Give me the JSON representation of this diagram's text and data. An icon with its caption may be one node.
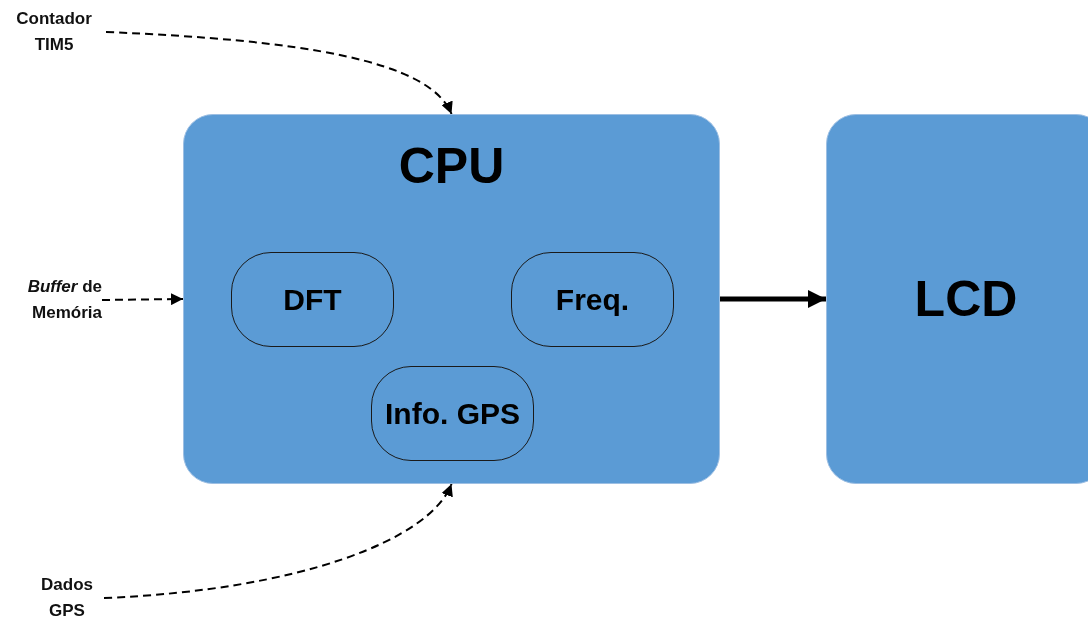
{
  "diagram": {
    "nodes": [
      {
        "text": [
          "Contador TIM5"
        ]
      },
      {
        "text": [
          "*Buffer* de Memória"
        ]
      },
      {
        "text": [
          "CPU"
        ]
      },
      {
        "text": [
          "DFT"
        ],
        "in": 2
      },
      {
        "text": [
          "Freq."
        ],
        "in": 2
      },
      {
        "text": [
          "Info. GPS"
        ],
        "in": 2
      },
      {
        "text": [
          "LCD"
        ]
      },
      {
        "text": [
          "Dados GPS"
        ]
      }
    ],
    "edges": [
      {
        "from": 0,
        "to": 2,
        "arrow": "to",
        "style": "dashed"
      },
      {
        "from": 1,
        "to": 2,
        "arrow": "to",
        "style": "dashed"
      },
      {
        "from": 7,
        "to": 2,
        "arrow": "to",
        "style": "dashed"
      },
      {
        "from": 2,
        "to": 6,
        "arrow": "to",
        "style": "thick"
      }
    ]
  }
}
